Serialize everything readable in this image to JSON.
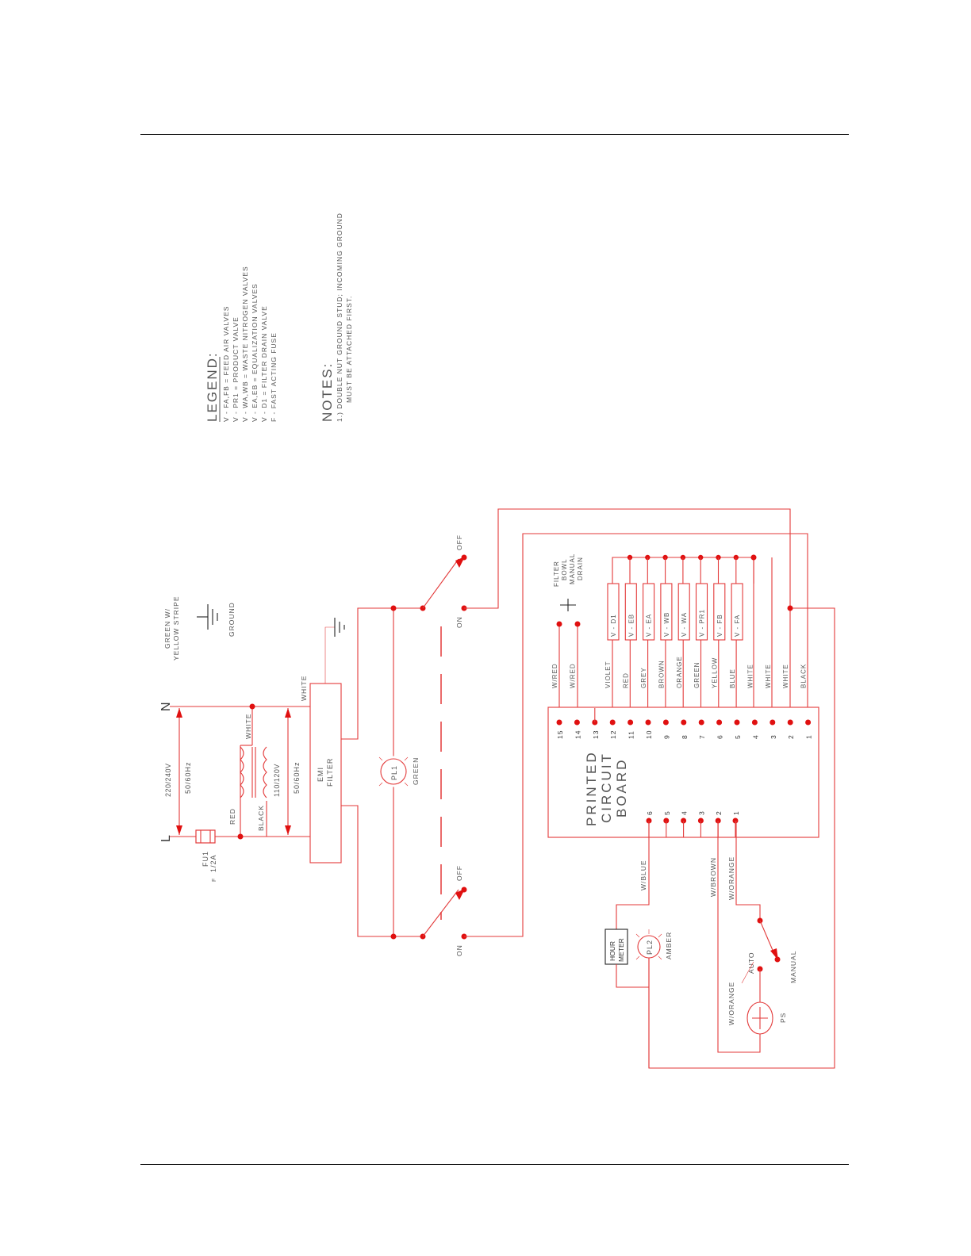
{
  "legend": {
    "title": "LEGEND:",
    "lines": [
      "V  -  FA,FB  =  FEED  AIR  VALVES",
      "V  -  PR1  =  PRODUCT  VALVE",
      "V  -  WA,WB  =  WASTE  NITROGEN  VALVES",
      "V  -  EA,EB  =  EQUALIZATION  VALVES",
      "V  -  D1    =  FILTER  DRAIN  VALVE",
      "F  -  FAST  ACTING  FUSE"
    ]
  },
  "notes": {
    "title": "NOTES:",
    "lines": [
      "1.)  DOUBLE  NUT  GROUND  STUD;  INCOMING  GROUND",
      "MUST  BE  ATTACHED  FIRST."
    ]
  },
  "ground": {
    "wire": "GREEN  W/",
    "stripe": "YELLOW  STRIPE",
    "label": "GROUND"
  },
  "supply": {
    "n": "N",
    "l": "L",
    "voltage": "220/240V",
    "freq": "50/60Hz",
    "fuse": "FU1",
    "fuse_rating": "1/2A",
    "fuse_type": "F"
  },
  "transformer": {
    "white": "WHITE",
    "red": "RED",
    "black": "BLACK",
    "voltage": "110/120V",
    "freq": "50/60Hz"
  },
  "emi": {
    "line1": "EMI",
    "line2": "FILTER",
    "white": "WHITE"
  },
  "pl1": {
    "name": "PL1",
    "color": "GREEN"
  },
  "switch": {
    "off": "OFF",
    "on": "ON"
  },
  "drain": {
    "l1": "FILTER",
    "l2": "BOWL",
    "l3": "MANUAL",
    "l4": "DRAIN"
  },
  "valves": [
    "V  -  D1",
    "V  -  EB",
    "V  -  EA",
    "V  -  WB",
    "V  -  WA",
    "V  -  PR1",
    "V  -  FB",
    "V  -  FA"
  ],
  "pcb": {
    "l1": "PRINTED",
    "l2": "CIRCUIT",
    "l3": "BOARD",
    "top_terms": [
      "15",
      "14",
      "13",
      "12",
      "11",
      "10",
      "9",
      "8",
      "7",
      "6",
      "5",
      "4",
      "3",
      "2",
      "1"
    ],
    "top_wires": [
      "W/RED",
      "W/RED",
      "",
      "VIOLET",
      "RED",
      "GREY",
      "BROWN",
      "ORANGE",
      "GREEN",
      "YELLOW",
      "BLUE",
      "WHITE",
      "WHITE",
      "WHITE",
      "BLACK"
    ],
    "bottom_terms": [
      "6",
      "5",
      "4",
      "3",
      "2",
      "1"
    ]
  },
  "lower": {
    "w_blue": "W/BLUE",
    "w_brown": "W/BROWN",
    "w_orange": "W/ORANGE",
    "w_orange2": "W/ORANGE",
    "hour1": "HOUR",
    "hour2": "METER",
    "pl2": "PL2",
    "amber": "AMBER",
    "auto": "AUTO",
    "manual": "MANUAL",
    "ps": "PS"
  },
  "colors": {
    "wire": "#e33a3a",
    "dot": "#e01010",
    "text": "#555555"
  }
}
